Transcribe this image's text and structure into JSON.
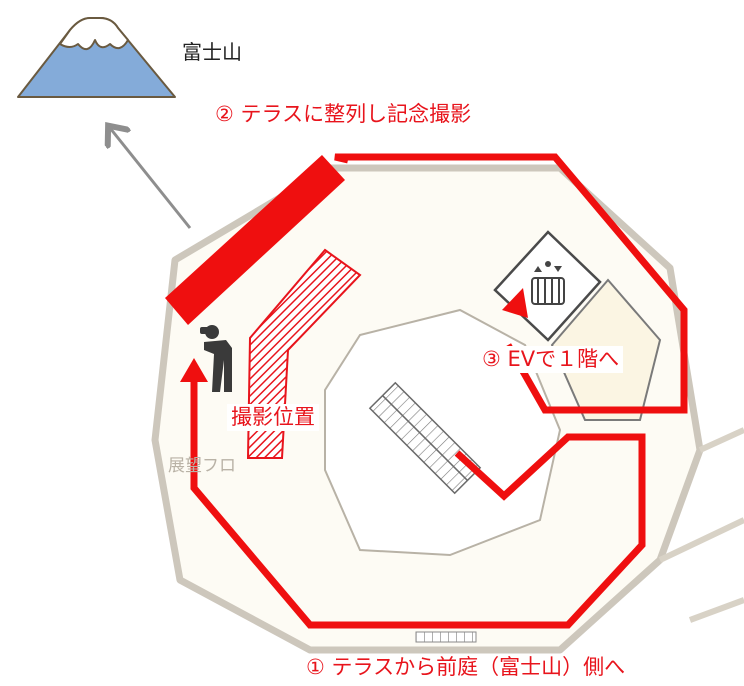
{
  "colors": {
    "route": "#ef0f0f",
    "mountain": "#84abd9",
    "snow": "#ffffff",
    "arrow_gray": "#8e8e8e",
    "floor": "#fdfbf4",
    "wall": "#cdc7bc",
    "hatch": "#e8141c"
  },
  "labels": {
    "mt_fuji": "富士山",
    "step2": "② テラスに整列し記念撮影",
    "step3": "③ EVで１階へ",
    "photo_position": "撮影位置",
    "step1": "① テラスから前庭（富士山）側へ",
    "floor_name": "展望フロ"
  },
  "icons": {
    "mountain": "mount-fuji-icon",
    "photographer": "photographer-icon",
    "elevator": "elevator-icon",
    "stairs": "stairs-icon"
  }
}
